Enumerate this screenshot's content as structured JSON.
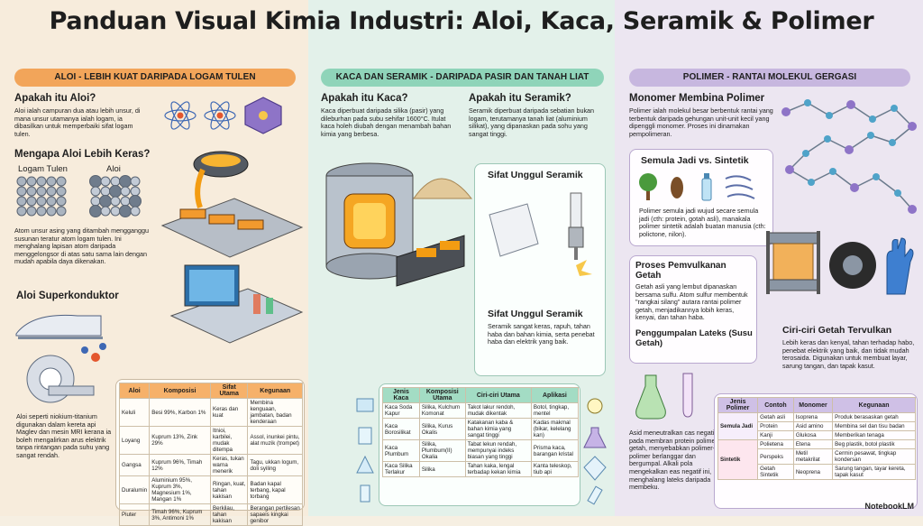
{
  "title": "Panduan Visual Kimia Industri: Aloi, Kaca, Seramik & Polimer",
  "aloi": {
    "banner": "ALOI - LEBIH KUAT DARIPADA LOGAM TULEN",
    "q1": "Apakah itu Aloi?",
    "p1": "Aloi ialah campuran dua atau lebih unsur, di mana unsur utamanya ialah logam, ia dibasilkan untuk memperbaiki sifat logam tulen.",
    "q2": "Mengapa Aloi Lebih Keras?",
    "label_pure": "Logam Tulen",
    "label_alloy": "Aloi",
    "p2": "Atom unsur asing yang ditambah mengganggu susunan teratur atom logam tulen. Ini menghalang lapisan atom daripada menggelongsor di atas satu sama lain dengan mudah apabila daya dikenakan.",
    "q3": "Aloi Superkonduktor",
    "p3": "Aloi seperti niokium-titanium digunakan dalam kereta api Maglev dan mesin MRI kerana ia boleh mengalirkan arus elektrik tanpa rintangan pada suhu yang sangat rendah.",
    "table": {
      "headers": [
        "Aloi",
        "Komposisi",
        "Sifat Utama",
        "Kegunaan"
      ],
      "rows": [
        [
          "Keluli",
          "Besi 99%, Karbon 1%",
          "Keras dan kuat",
          "Membina kenguaan, jambatan, badan kenderaan"
        ],
        [
          "Loyang",
          "Kuprum 13%, Zink 29%",
          "Itnioi, karbilei, mudak ditempa",
          "Assol, inunkei pintu, alat muzik (trompet)"
        ],
        [
          "Gangsa",
          "Kuprum 96%, Timah 12%",
          "Keras, tukan warna menerik",
          "Tagu, ukkan logum, doli syiling"
        ],
        [
          "Duralumin",
          "Aluminium 95%, Kuprum 3%, Magnesium 1%, Mangan 1%",
          "Ringan, kuat, tahan kakisan",
          "Badan kapal terbang, kapal torbang"
        ],
        [
          "Piuter",
          "Timah 96%, Kuprum 3%, Antimoni 1%",
          "Berkilau, tahan kakisan",
          "Berangan pertilesan sapaeis kingkai genibor"
        ]
      ]
    }
  },
  "kaca": {
    "banner": "KACA DAN SERAMIK - DARIPADA PASIR DAN TANAH LIAT",
    "q1": "Apakah itu Kaca?",
    "p1": "Kaca diperbuat daripada silika (pasir) yang dileburhan pada subu sehifar 1600°C. Itulat kaca holeh diubah dengan menambah bahan kimia yang berbesa.",
    "q2": "Apakah itu Seramik?",
    "p2": "Seramik diperbuat daripada sebatian bukan logam, terutamanya tanah liat (aluminium silikat), yang dipanaskan pada sohu yang sangat tinggi.",
    "card_title": "Sifat Unggul Seramik",
    "card_title2": "Sifat Unggul Seramik",
    "card_text": "Seramik sangat keras, rapuh, tahan haba dan bahan kimia, serta penebat haba dan elektrik yang baik.",
    "table": {
      "headers": [
        "Jenis Kaca",
        "Komposisi Utama",
        "Ciri-ciri Utama",
        "Aplikasi"
      ],
      "rows": [
        [
          "Kaca Soda Kapur",
          "Silika, Kulchum Komonat",
          "Takot lakur rendoh, mudak dikentak",
          "Botol, tingkap, mentel"
        ],
        [
          "Kaca Borosilikat",
          "Silika, Kurus Okalis",
          "Katakanan kaba & bahan kimia yang sangat tinggi",
          "Kadas makmal (bikar, kelelang kan)"
        ],
        [
          "Kaca Plumbum",
          "Silika, Plumbum(II) Okalia",
          "Tabat lekun rendah, mempunyai indeks biasan yang tinggi",
          "Prisma kaca, barangan kristal"
        ],
        [
          "Kaca Silika Terlakur",
          "Silika",
          "Tahan kaka, lengal terbadap kekan kimia",
          "Kanta teleskop, tiub api"
        ]
      ]
    }
  },
  "polimer": {
    "banner": "POLIMER - RANTAI MOLEKUL GERGASI",
    "q1": "Monomer Membina Polimer",
    "p1": "Polimer ialah molekul besar berbentuk rantai yang terbentuk daripada gehungan unit-unit kecil yang dipenggli monomer. Proses ini dinamakan pempolimeran.",
    "card1_title": "Semula Jadi vs. Sintetik",
    "card1_text": "Polimer semula jadi wujud secare semula jadi (cth: protein, gotah asli), manakala polimer sintetik adalah buatan manusia (cth: polictone, nilon).",
    "card2_title": "Proses Pemvulkanan Getah",
    "card2_text": "Getah asli yang lembut dipanaskan bersama sulfu. Atom sulfur membentuk \"rangkai silang\" autara rantai polimer getah, menjadikannya lobih keras, kenyai, dan tahan haba.",
    "card2_sub": "Penggumpalan Lateks (Susu Getah)",
    "side_title": "Ciri-ciri Getah Tervulkan",
    "side_text": "Lebih keras dan kenyal, tahan terhadap habo, penebat elektrik yang baik, dan tidak mudah terosaida. Digunakan untuk membuat layar, sarung tangan, dan tapak kasut.",
    "latex_text": "Asid meneutralkan cas negatif pada membran protein polimer getah, menyebabkan polimer-polimer berlanggar dan bergumpal. Alkali pola mengekalkan eas negatif ini, menghalang lateks daripada membeku.",
    "table": {
      "headers": [
        "Jenis Polimer",
        "Contoh",
        "Monomer",
        "Kegunaan"
      ],
      "groups": [
        {
          "name": "Semula Jadi",
          "rows": [
            [
              "Getah asli",
              "Isoprena",
              "Produk berasaskan getah"
            ],
            [
              "Protein",
              "Asid amino",
              "Membina sel dan tisu badan"
            ],
            [
              "Kanji",
              "Glukosa",
              "Memberikan tenaga"
            ]
          ]
        },
        {
          "name": "Sintetik",
          "rows": [
            [
              "Polietena",
              "Etena",
              "Beg plastik, botol plastik"
            ],
            [
              "Perspeks",
              "Metil metakrilat",
              "Cermin pesawat, tingkap kondersan"
            ],
            [
              "Getah Sintetik",
              "Neoprena",
              "Sarung tangan, tayar kereta, tapak kasut"
            ]
          ]
        }
      ]
    }
  },
  "brand": "NotebookLM",
  "colors": {
    "orange": "#f2a55a",
    "green": "#8fd4b9",
    "purple": "#c7b7df"
  }
}
